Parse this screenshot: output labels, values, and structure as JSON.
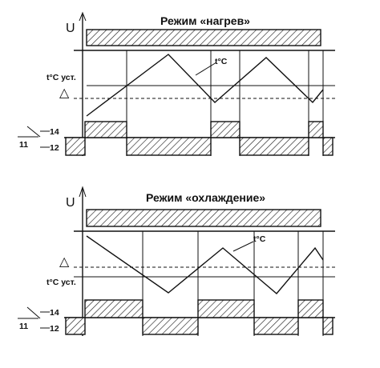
{
  "panels": [
    {
      "id": "heating",
      "title": "Режим «нагрев»",
      "axis_label": "U",
      "curve_label": "t°C",
      "setpoint_label": "t°C уст.",
      "hysteresis_label": "△",
      "contacts": {
        "common": "11",
        "upper": "14",
        "lower": "12"
      }
    },
    {
      "id": "cooling",
      "title": "Режим «охлаждение»",
      "axis_label": "U",
      "curve_label": "t°C",
      "setpoint_label": "t°C уст.",
      "hysteresis_label": "△",
      "contacts": {
        "common": "11",
        "upper": "14",
        "lower": "12"
      }
    }
  ]
}
